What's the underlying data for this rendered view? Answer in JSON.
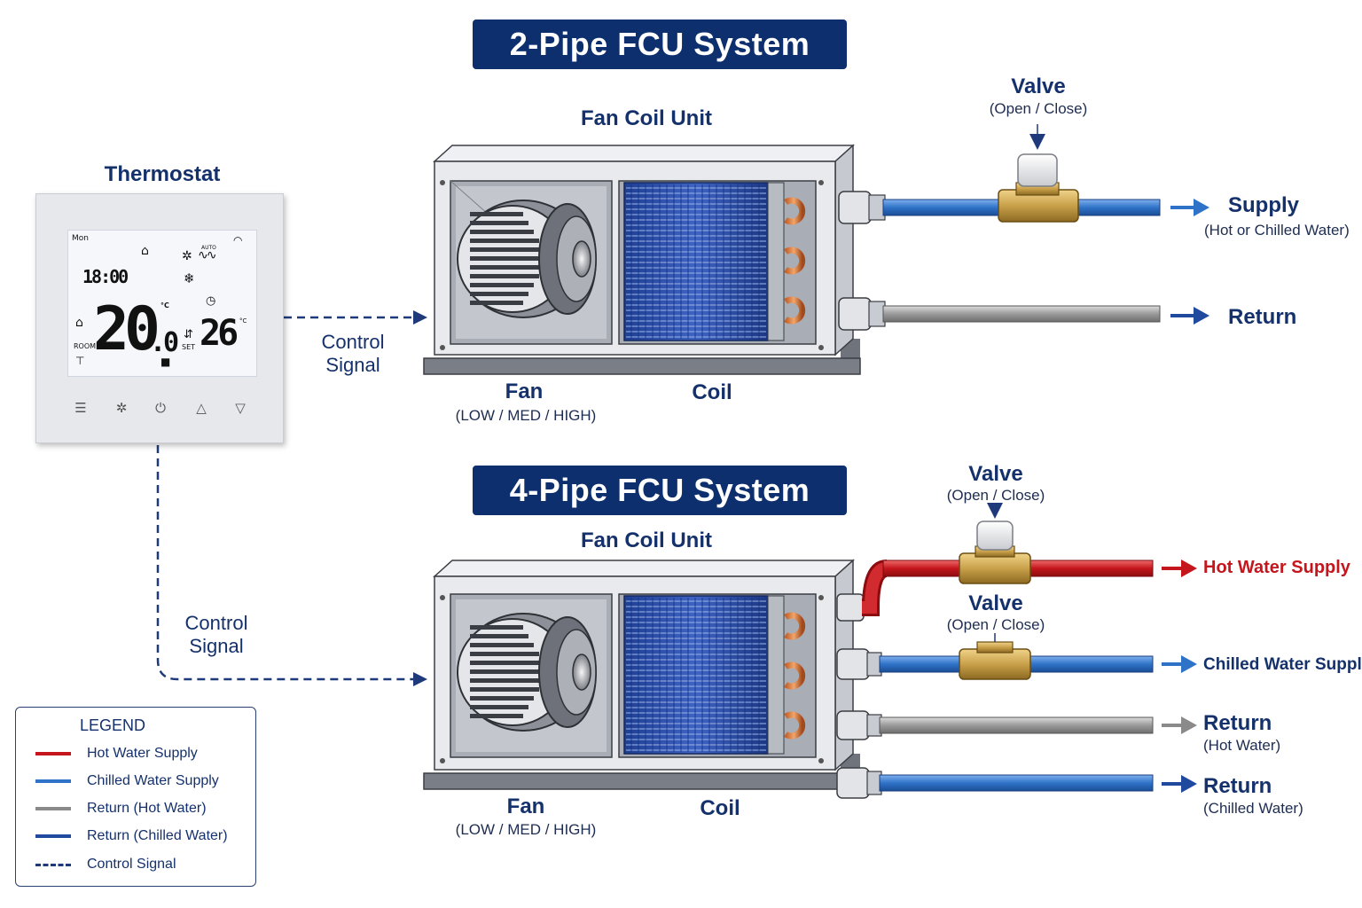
{
  "colors": {
    "navy": "#0d2f6e",
    "hot_water": "#c4161c",
    "chilled_water": "#2f73c8",
    "return_hot": "#8a8a8a",
    "return_chilled": "#1f4a9e",
    "control_signal": "#1f3a7a"
  },
  "two_pipe": {
    "title": "2-Pipe FCU System",
    "unit_label": "Fan Coil Unit",
    "fan_label": "Fan",
    "fan_speeds": "(LOW / MED / HIGH)",
    "coil_label": "Coil",
    "valve_label": "Valve",
    "valve_sub": "(Open / Close)",
    "supply_label": "Supply",
    "supply_sub": "(Hot or Chilled Water)",
    "return_label": "Return",
    "control_label_line1": "Control",
    "control_label_line2": "Signal"
  },
  "four_pipe": {
    "title": "4-Pipe FCU System",
    "unit_label": "Fan Coil Unit",
    "fan_label": "Fan",
    "fan_speeds": "(LOW / MED / HIGH)",
    "coil_label": "Coil",
    "valve1_label": "Valve",
    "valve1_sub": "(Open / Close)",
    "valve2_label": "Valve",
    "valve2_sub": "(Open / Close)",
    "hot_supply_label": "Hot Water Supply",
    "chilled_supply_label": "Chilled Water Supply",
    "return_hot_label": "Return",
    "return_hot_sub": "(Hot Water)",
    "return_chilled_label": "Return",
    "return_chilled_sub": "(Chilled Water)",
    "control_label_line1": "Control",
    "control_label_line2": "Signal"
  },
  "thermostat": {
    "title": "Thermostat",
    "day": "Mon",
    "time": "18:00",
    "room_temp_int": "20",
    "room_temp_dec": ".0",
    "unit": "°C",
    "set_temp": "26",
    "set_label": "SET",
    "room_label": "ROOM",
    "auto_label": "AUTO",
    "icons": [
      "home-icon",
      "fan-icon",
      "snowflake-icon",
      "wifi-icon",
      "clock-icon",
      "lock-icon",
      "heat-icon"
    ],
    "buttons": [
      "menu-icon",
      "fan-icon",
      "power-icon",
      "up-icon",
      "down-icon"
    ]
  },
  "legend": {
    "title": "LEGEND",
    "items": [
      {
        "label": "Hot Water Supply",
        "color": "#c4161c",
        "style": "solid"
      },
      {
        "label": "Chilled Water Supply",
        "color": "#2f73c8",
        "style": "solid"
      },
      {
        "label": "Return (Hot Water)",
        "color": "#8a8a8a",
        "style": "solid"
      },
      {
        "label": "Return (Chilled Water)",
        "color": "#1f4a9e",
        "style": "solid"
      },
      {
        "label": "Control Signal",
        "color": "#1f3a7a",
        "style": "dashed"
      }
    ]
  }
}
